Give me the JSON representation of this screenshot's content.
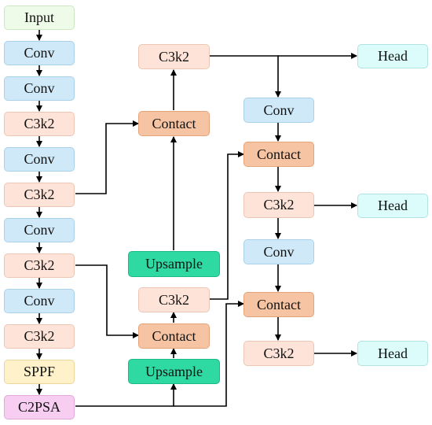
{
  "nodes": {
    "input": "Input",
    "conv1": "Conv",
    "conv2": "Conv",
    "c3k2_1": "C3k2",
    "conv3": "Conv",
    "c3k2_2": "C3k2",
    "conv4": "Conv",
    "c3k2_3": "C3k2",
    "conv5": "Conv",
    "c3k2_4": "C3k2",
    "sppf": "SPPF",
    "c2psa": "C2PSA",
    "mid_c3k2_top": "C3k2",
    "mid_contact_top": "Contact",
    "mid_upsample_top": "Upsample",
    "mid_c3k2_mid": "C3k2",
    "mid_contact_bottom": "Contact",
    "mid_upsample_bottom": "Upsample",
    "right_conv_1": "Conv",
    "right_contact_1": "Contact",
    "right_c3k2_1": "C3k2",
    "right_conv_2": "Conv",
    "right_contact_2": "Contact",
    "right_c3k2_2": "C3k2",
    "head_1": "Head",
    "head_2": "Head",
    "head_3": "Head"
  },
  "colors": {
    "input": "#eefbe9",
    "conv": "#cfe9f8",
    "c3k2": "#fde3d8",
    "contact": "#f6c4a2",
    "upsample": "#2fd9a2",
    "sppf": "#fff1c9",
    "c2psa": "#f7cdf1",
    "head": "#dcfbfb",
    "arrow": "#000000"
  }
}
